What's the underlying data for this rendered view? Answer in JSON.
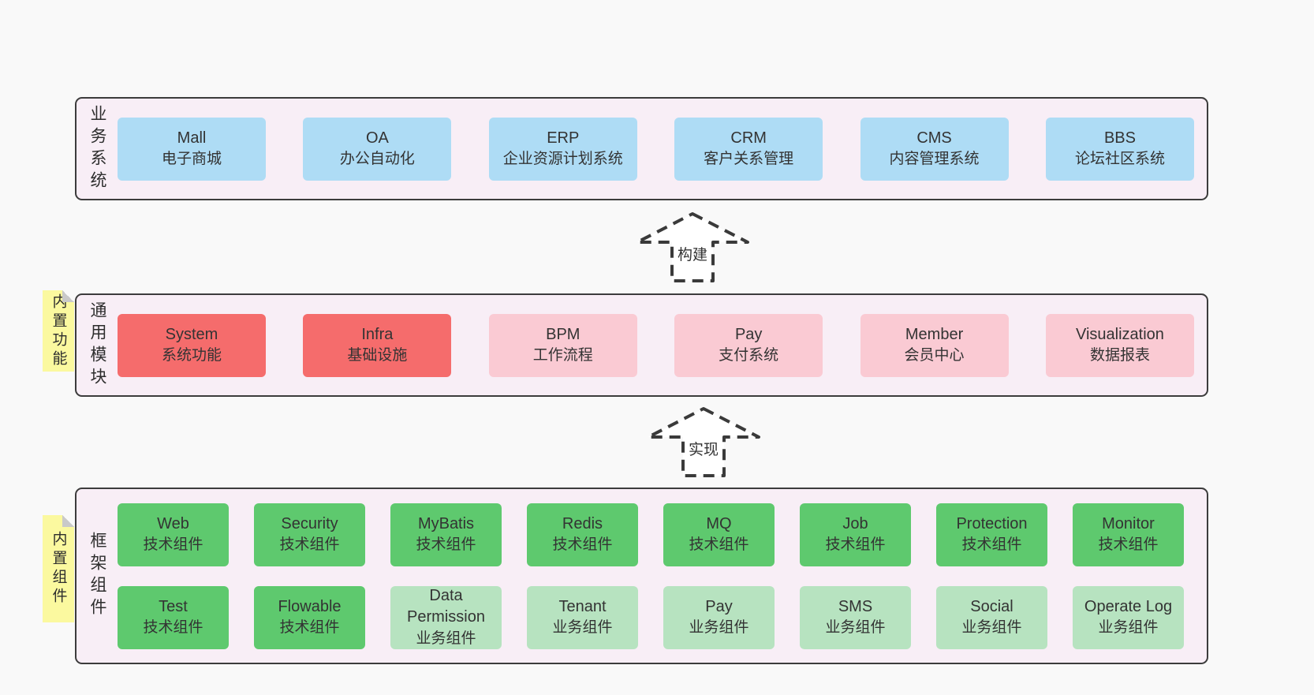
{
  "sections": {
    "business": {
      "label": "业务系统",
      "boxes": [
        {
          "title": "Mall",
          "subtitle": "电子商城",
          "variant": "blue"
        },
        {
          "title": "OA",
          "subtitle": "办公自动化",
          "variant": "blue"
        },
        {
          "title": "ERP",
          "subtitle": "企业资源计划系统",
          "variant": "blue"
        },
        {
          "title": "CRM",
          "subtitle": "客户关系管理",
          "variant": "blue"
        },
        {
          "title": "CMS",
          "subtitle": "内容管理系统",
          "variant": "blue"
        },
        {
          "title": "BBS",
          "subtitle": "论坛社区系统",
          "variant": "blue"
        }
      ]
    },
    "modules": {
      "label": "通用模块",
      "tag": "内置功能",
      "boxes": [
        {
          "title": "System",
          "subtitle": "系统功能",
          "variant": "red"
        },
        {
          "title": "Infra",
          "subtitle": "基础设施",
          "variant": "red"
        },
        {
          "title": "BPM",
          "subtitle": "工作流程",
          "variant": "pink"
        },
        {
          "title": "Pay",
          "subtitle": "支付系统",
          "variant": "pink"
        },
        {
          "title": "Member",
          "subtitle": "会员中心",
          "variant": "pink"
        },
        {
          "title": "Visualization",
          "subtitle": "数据报表",
          "variant": "pink"
        }
      ]
    },
    "framework": {
      "label": "框架组件",
      "tag": "内置组件",
      "row1": [
        {
          "title": "Web",
          "subtitle": "技术组件",
          "variant": "green"
        },
        {
          "title": "Security",
          "subtitle": "技术组件",
          "variant": "green"
        },
        {
          "title": "MyBatis",
          "subtitle": "技术组件",
          "variant": "green"
        },
        {
          "title": "Redis",
          "subtitle": "技术组件",
          "variant": "green"
        },
        {
          "title": "MQ",
          "subtitle": "技术组件",
          "variant": "green"
        },
        {
          "title": "Job",
          "subtitle": "技术组件",
          "variant": "green"
        },
        {
          "title": "Protection",
          "subtitle": "技术组件",
          "variant": "green"
        },
        {
          "title": "Monitor",
          "subtitle": "技术组件",
          "variant": "green"
        }
      ],
      "row2": [
        {
          "title": "Test",
          "subtitle": "技术组件",
          "variant": "green"
        },
        {
          "title": "Flowable",
          "subtitle": "技术组件",
          "variant": "green"
        },
        {
          "title": "Data Permission",
          "subtitle": "业务组件",
          "variant": "lightgreen"
        },
        {
          "title": "Tenant",
          "subtitle": "业务组件",
          "variant": "lightgreen"
        },
        {
          "title": "Pay",
          "subtitle": "业务组件",
          "variant": "lightgreen"
        },
        {
          "title": "SMS",
          "subtitle": "业务组件",
          "variant": "lightgreen"
        },
        {
          "title": "Social",
          "subtitle": "业务组件",
          "variant": "lightgreen"
        },
        {
          "title": "Operate Log",
          "subtitle": "业务组件",
          "variant": "lightgreen"
        }
      ]
    }
  },
  "arrows": {
    "build": "构建",
    "implement": "实现"
  },
  "colors": {
    "page_bg": "#f9f9f9",
    "panel_bg": "#f8eef6",
    "panel_border": "#3c3c3c",
    "blue": "#aedcf5",
    "red": "#f56c6c",
    "pink": "#facad3",
    "green": "#5ec96e",
    "light_green": "#b7e3c0",
    "note_yellow": "#fbf99f",
    "text": "#333333"
  }
}
